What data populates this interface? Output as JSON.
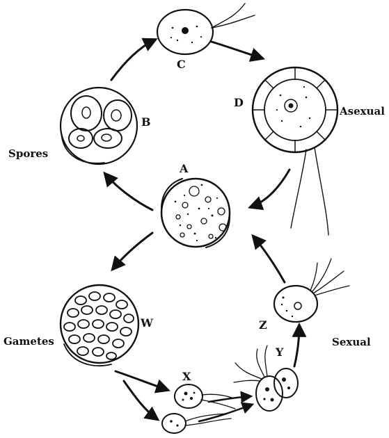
{
  "labels": {
    "cell_A": "A",
    "cell_B": "B",
    "cell_C": "C",
    "cell_D": "D",
    "cell_W": "W",
    "cell_X": "X",
    "cell_Y": "Y",
    "cell_Z": "Z",
    "spores": "Spores",
    "asexual": "Asexual",
    "gametes": "Gametes",
    "sexual": "Sexual"
  },
  "colors": {
    "ink": "#111111",
    "background": "#ffffff"
  }
}
